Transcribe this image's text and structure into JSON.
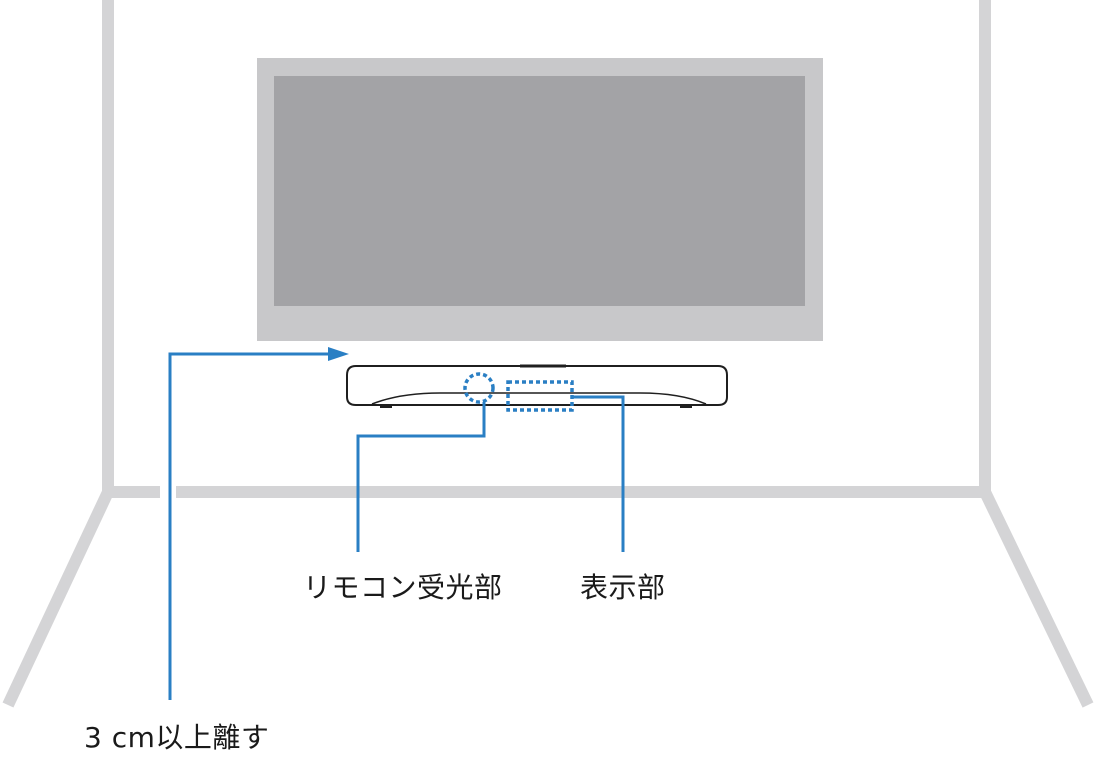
{
  "labels": {
    "remote_sensor": "リモコン受光部",
    "display": "表示部",
    "clearance": "3 cm以上離す"
  },
  "colors": {
    "wall": "#d4d4d6",
    "tv_bezel": "#c8c8ca",
    "tv_screen": "#a3a3a6",
    "soundbar_outline": "#1f1f1f",
    "callout": "#2a7fc4"
  }
}
